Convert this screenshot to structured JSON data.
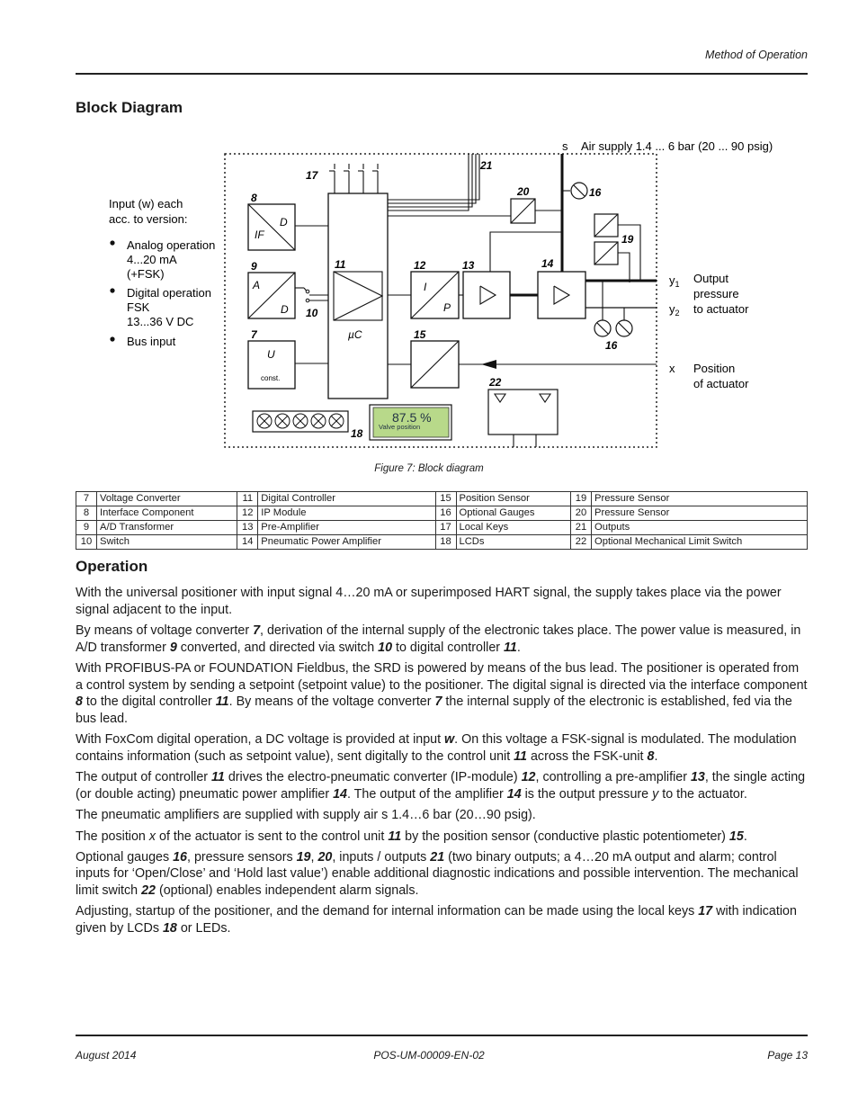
{
  "header": {
    "section": "Method of Operation"
  },
  "block_heading": "Block Diagram",
  "diagram": {
    "input_label_1": "Input (w) each",
    "input_label_2": "acc. to version:",
    "bullets": [
      [
        "Analog operation",
        "4...20 mA",
        "(+FSK)"
      ],
      [
        "Digital operation",
        "FSK",
        "13...36 V DC"
      ],
      [
        "Bus input"
      ]
    ],
    "air_s": "s",
    "air_supply": "Air supply 1.4 ... 6 bar (20 ... 90 psig)",
    "y1": "y",
    "y1_sub": "1",
    "y2": "y",
    "y2_sub": "2",
    "output_label": [
      "Output",
      "pressure",
      "to actuator"
    ],
    "x": "x",
    "position_label": [
      "Position",
      "of actuator"
    ],
    "box8_d": "D",
    "box8_if": "IF",
    "box9_a": "A",
    "box9_d": "D",
    "box7_u": "U",
    "box7_const": "const.",
    "box11_uc": "µC",
    "box12_i": "I",
    "box12_p": "P",
    "lcd_value": "87.5 %",
    "lcd_label": "Valve position",
    "numbers": {
      "n7": "7",
      "n8": "8",
      "n9": "9",
      "n10": "10",
      "n11": "11",
      "n12": "12",
      "n13": "13",
      "n14": "14",
      "n15": "15",
      "n16a": "16",
      "n16b": "16",
      "n17": "17",
      "n18": "18",
      "n19": "19",
      "n20": "20",
      "n21": "21",
      "n22": "22"
    }
  },
  "figure_caption": "Figure 7:  Block diagram",
  "legend_rows": [
    [
      [
        "7",
        "Voltage Converter"
      ],
      [
        "11",
        "Digital Controller"
      ],
      [
        "15",
        "Position Sensor"
      ],
      [
        "19",
        "Pressure Sensor"
      ]
    ],
    [
      [
        "8",
        "Interface Component"
      ],
      [
        "12",
        "IP Module"
      ],
      [
        "16",
        "Optional Gauges"
      ],
      [
        "20",
        "Pressure Sensor"
      ]
    ],
    [
      [
        "9",
        "A/D Transformer"
      ],
      [
        "13",
        "Pre-Amplifier"
      ],
      [
        "17",
        "Local Keys"
      ],
      [
        "21",
        "Outputs"
      ]
    ],
    [
      [
        "10",
        "Switch"
      ],
      [
        "14",
        "Pneumatic Power Amplifier"
      ],
      [
        "18",
        "LCDs"
      ],
      [
        "22",
        "Optional Mechanical Limit Switch"
      ]
    ]
  ],
  "operation_heading": "Operation",
  "paragraphs": [
    [
      [
        "t",
        "With the universal positioner with input signal 4…20 mA or superimposed HART signal, the supply takes place via the power signal adjacent to the input."
      ]
    ],
    [
      [
        "t",
        "By means of voltage converter "
      ],
      [
        "b",
        "7"
      ],
      [
        "t",
        ", derivation of the internal supply of the electronic takes place. The power value is measured, in A/D transformer "
      ],
      [
        "b",
        "9"
      ],
      [
        "t",
        " converted, and directed via switch "
      ],
      [
        "b",
        "10"
      ],
      [
        "t",
        " to digital controller "
      ],
      [
        "b",
        "11"
      ],
      [
        "t",
        "."
      ]
    ],
    [
      [
        "t",
        "With PROFIBUS-PA or FOUNDATION Fieldbus, the SRD is powered by means of the bus lead. The positioner is operated from a control system by sending a setpoint (setpoint value) to the positioner. The digital signal is directed via the interface component "
      ],
      [
        "b",
        "8"
      ],
      [
        "t",
        " to the digital controller "
      ],
      [
        "b",
        "11"
      ],
      [
        "t",
        ". By means of the voltage converter "
      ],
      [
        "b",
        "7"
      ],
      [
        "t",
        " the internal supply of the electronic is established, fed via the bus lead."
      ]
    ],
    [
      [
        "t",
        "With FoxCom digital operation, a DC voltage is provided at input "
      ],
      [
        "b",
        "w"
      ],
      [
        "t",
        ". On this voltage a FSK-signal is modulated. The modulation contains information (such as setpoint value), sent digitally to the control unit "
      ],
      [
        "b",
        "11"
      ],
      [
        "t",
        " across the FSK-unit "
      ],
      [
        "b",
        "8"
      ],
      [
        "t",
        "."
      ]
    ],
    [
      [
        "t",
        "The output of controller "
      ],
      [
        "b",
        "11"
      ],
      [
        "t",
        " drives the electro-pneumatic converter (IP-module) "
      ],
      [
        "b",
        "12"
      ],
      [
        "t",
        ", controlling a pre-amplifier "
      ],
      [
        "b",
        "13"
      ],
      [
        "t",
        ", the single acting (or double acting) pneumatic power amplifier "
      ],
      [
        "b",
        "14"
      ],
      [
        "t",
        ". The output of the amplifier "
      ],
      [
        "b",
        "14"
      ],
      [
        "t",
        " is the output pressure "
      ],
      [
        "i",
        "y"
      ],
      [
        "t",
        " to the actuator."
      ]
    ],
    [
      [
        "t",
        "The pneumatic amplifiers are supplied with supply air s 1.4…6 bar (20…90 psig)."
      ]
    ],
    [
      [
        "t",
        "The position "
      ],
      [
        "i",
        "x"
      ],
      [
        "t",
        " of the actuator is sent to the control unit "
      ],
      [
        "b",
        "11"
      ],
      [
        "t",
        " by the position sensor (conductive plastic potentiometer) "
      ],
      [
        "b",
        "15"
      ],
      [
        "t",
        "."
      ]
    ],
    [
      [
        "t",
        "Optional gauges "
      ],
      [
        "b",
        "16"
      ],
      [
        "t",
        ", pressure sensors "
      ],
      [
        "b",
        "19"
      ],
      [
        "t",
        ", "
      ],
      [
        "b",
        "20"
      ],
      [
        "t",
        ", inputs / outputs "
      ],
      [
        "b",
        "21"
      ],
      [
        "t",
        " (two binary outputs; a 4…20 mA output and alarm; control inputs for ‘Open/Close’ and ‘Hold last value’) enable additional diagnostic indications and possible intervention. The mechanical limit switch "
      ],
      [
        "b",
        "22"
      ],
      [
        "t",
        " (optional) enables independent alarm signals."
      ]
    ],
    [
      [
        "t",
        "Adjusting, startup of the positioner, and the demand for internal information can be made using the local keys "
      ],
      [
        "b",
        "17"
      ],
      [
        "t",
        " with indication given by LCDs "
      ],
      [
        "b",
        "18"
      ],
      [
        "t",
        " or LEDs."
      ]
    ]
  ],
  "footer": {
    "date": "August 2014",
    "doc_id": "POS-UM-00009-EN-02",
    "page": "Page 13"
  }
}
